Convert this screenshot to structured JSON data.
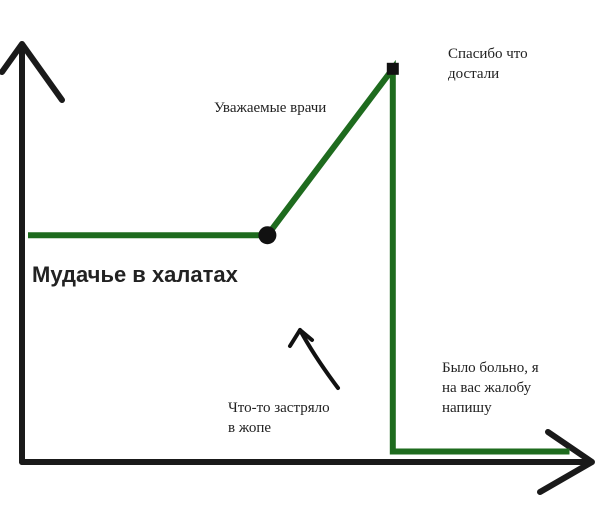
{
  "chart_data": {
    "type": "line",
    "title": "",
    "xlabel": "",
    "ylabel": "",
    "colors": {
      "axis": "#1a1a1a",
      "line": "#1e6b1e",
      "marker": "#111111",
      "arrow": "#111111",
      "text": "#222222"
    },
    "series": [
      {
        "x": [
          0,
          42,
          64,
          64,
          95
        ],
        "y": [
          55,
          55,
          95,
          3,
          3
        ]
      }
    ],
    "annotations": [
      {
        "text": "Мудачье в халатах"
      },
      {
        "text": "Уважаемые врачи"
      },
      {
        "text": "Спасибо что\nдостали"
      },
      {
        "text": "Что-то застряло\nв жопе"
      },
      {
        "text": "Было больно, я\nна вас жалобу\nнапишу"
      }
    ],
    "xlim": [
      0,
      100
    ],
    "ylim": [
      0,
      100
    ]
  }
}
